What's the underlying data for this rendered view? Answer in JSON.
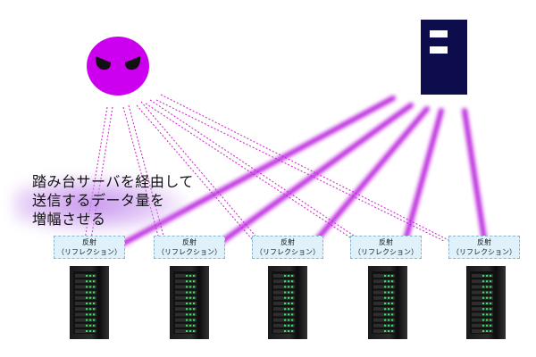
{
  "caption": {
    "line1": "踏み台サーバを経由して",
    "line2": "送信するデータ量を",
    "line3": "増幅させる"
  },
  "reflectors": [
    {
      "label1": "反射",
      "label2": "（リフレクション）"
    },
    {
      "label1": "反射",
      "label2": "（リフレクション）"
    },
    {
      "label1": "反射",
      "label2": "（リフレクション）"
    },
    {
      "label1": "反射",
      "label2": "（リフレクション）"
    },
    {
      "label1": "反射",
      "label2": "（リフレクション）"
    }
  ],
  "colors": {
    "attacker": "#cc00ee",
    "attack_beam": "#bb22dd",
    "request_line": "#cc33cc",
    "target_server": "#0d0d4d",
    "reflector_box": "#dff1fb",
    "caption_glow": "#c89ef0"
  },
  "icons": {
    "attacker": "angry-face-icon",
    "target": "server-icon",
    "reflector": "server-rack-icon"
  }
}
